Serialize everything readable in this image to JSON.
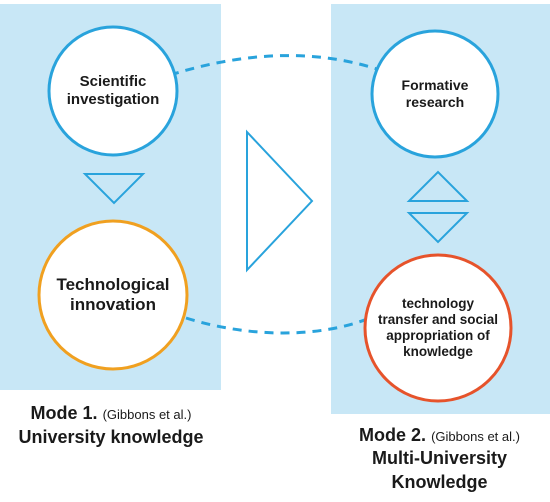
{
  "colors": {
    "panel": "#c8e7f6",
    "circle_blue": "#29a3dc",
    "circle_orange": "#f0a020",
    "circle_red": "#e6532b",
    "arrow_blue": "#29a3dc",
    "dashed_line": "#29a3dc"
  },
  "nodes": {
    "scientific": {
      "line1": "Scientific",
      "line2": "investigation"
    },
    "formative": {
      "line1": "Formative",
      "line2": "research"
    },
    "technological": {
      "line1": "Technological",
      "line2": "innovation"
    },
    "transfer": {
      "line1": "technology",
      "line2": "transfer and social",
      "line3": "appropriation of",
      "line4": "knowledge"
    }
  },
  "mode1": {
    "title": "Mode 1.",
    "citation": "(Gibbons et al.)",
    "subtitle": "University knowledge"
  },
  "mode2": {
    "title": "Mode 2.",
    "citation": "(Gibbons et al.)",
    "subtitle_line1": "Multi-University",
    "subtitle_line2": "Knowledge"
  }
}
